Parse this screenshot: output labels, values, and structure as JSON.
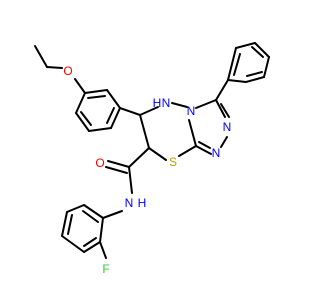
{
  "colors": {
    "bond": "#000000",
    "carbon": "#000000",
    "oxygen": "#ff0000",
    "nitrogen": "#0000ff",
    "sulfur": "#b2a400",
    "fluorine": "#33cc33"
  },
  "labels": {
    "ether_o": "O",
    "amide_o": "O",
    "nh_ring": "N",
    "nh_ring_h": "H",
    "n_fused": "N",
    "n_triazole_1": "N",
    "n_triazole_2": "N",
    "s_ring": "S",
    "nh_amide": "N",
    "nh_amide_h": "H",
    "fluorine": "F"
  }
}
